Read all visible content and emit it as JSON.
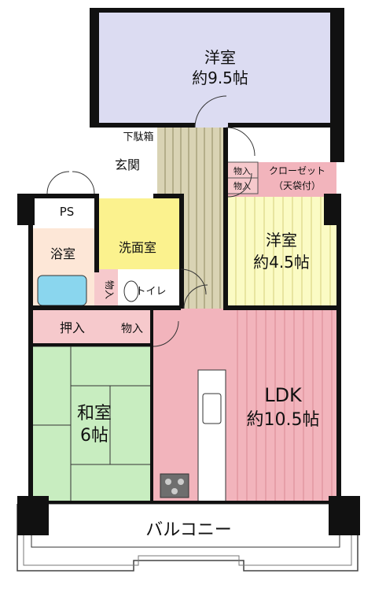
{
  "rooms": {
    "western_large": {
      "name": "洋室",
      "size": "約9.5帖",
      "color": "#dcdcf2"
    },
    "western_small": {
      "name": "洋室",
      "size": "約4.5帖",
      "color": "#fbfbc4"
    },
    "ldk": {
      "name": "LDK",
      "size": "約10.5帖",
      "color": "#f2b4bc"
    },
    "japanese": {
      "name": "和室",
      "size": "6帖",
      "color": "#c8edc0"
    },
    "washroom": {
      "name": "洗面室",
      "color": "#fbf28e"
    },
    "bath": {
      "name": "浴室",
      "color": "#fde7d7"
    },
    "toilet": {
      "name": "トイレ",
      "color": "#ffffff"
    },
    "entrance": {
      "name": "玄関",
      "color": "#ffffff"
    },
    "shoe_box": {
      "name": "下駄箱"
    },
    "ps": {
      "name": "PS"
    },
    "closet": {
      "name": "クローゼット",
      "note": "（天袋付）",
      "color": "#f2b4bc"
    },
    "storage_1": {
      "name": "物入"
    },
    "storage_2": {
      "name": "物入"
    },
    "storage_3": {
      "name": "物入"
    },
    "storage_4": {
      "name": "物入"
    },
    "oshiire": {
      "name": "押入"
    },
    "balcony": {
      "name": "バルコニー"
    }
  },
  "colors": {
    "wall": "#111111",
    "hallway_floor": "#d9d3b4",
    "stove": "#6e6e6e",
    "bathtub": "#8ad6ee",
    "storage": "#f6c9cc"
  }
}
